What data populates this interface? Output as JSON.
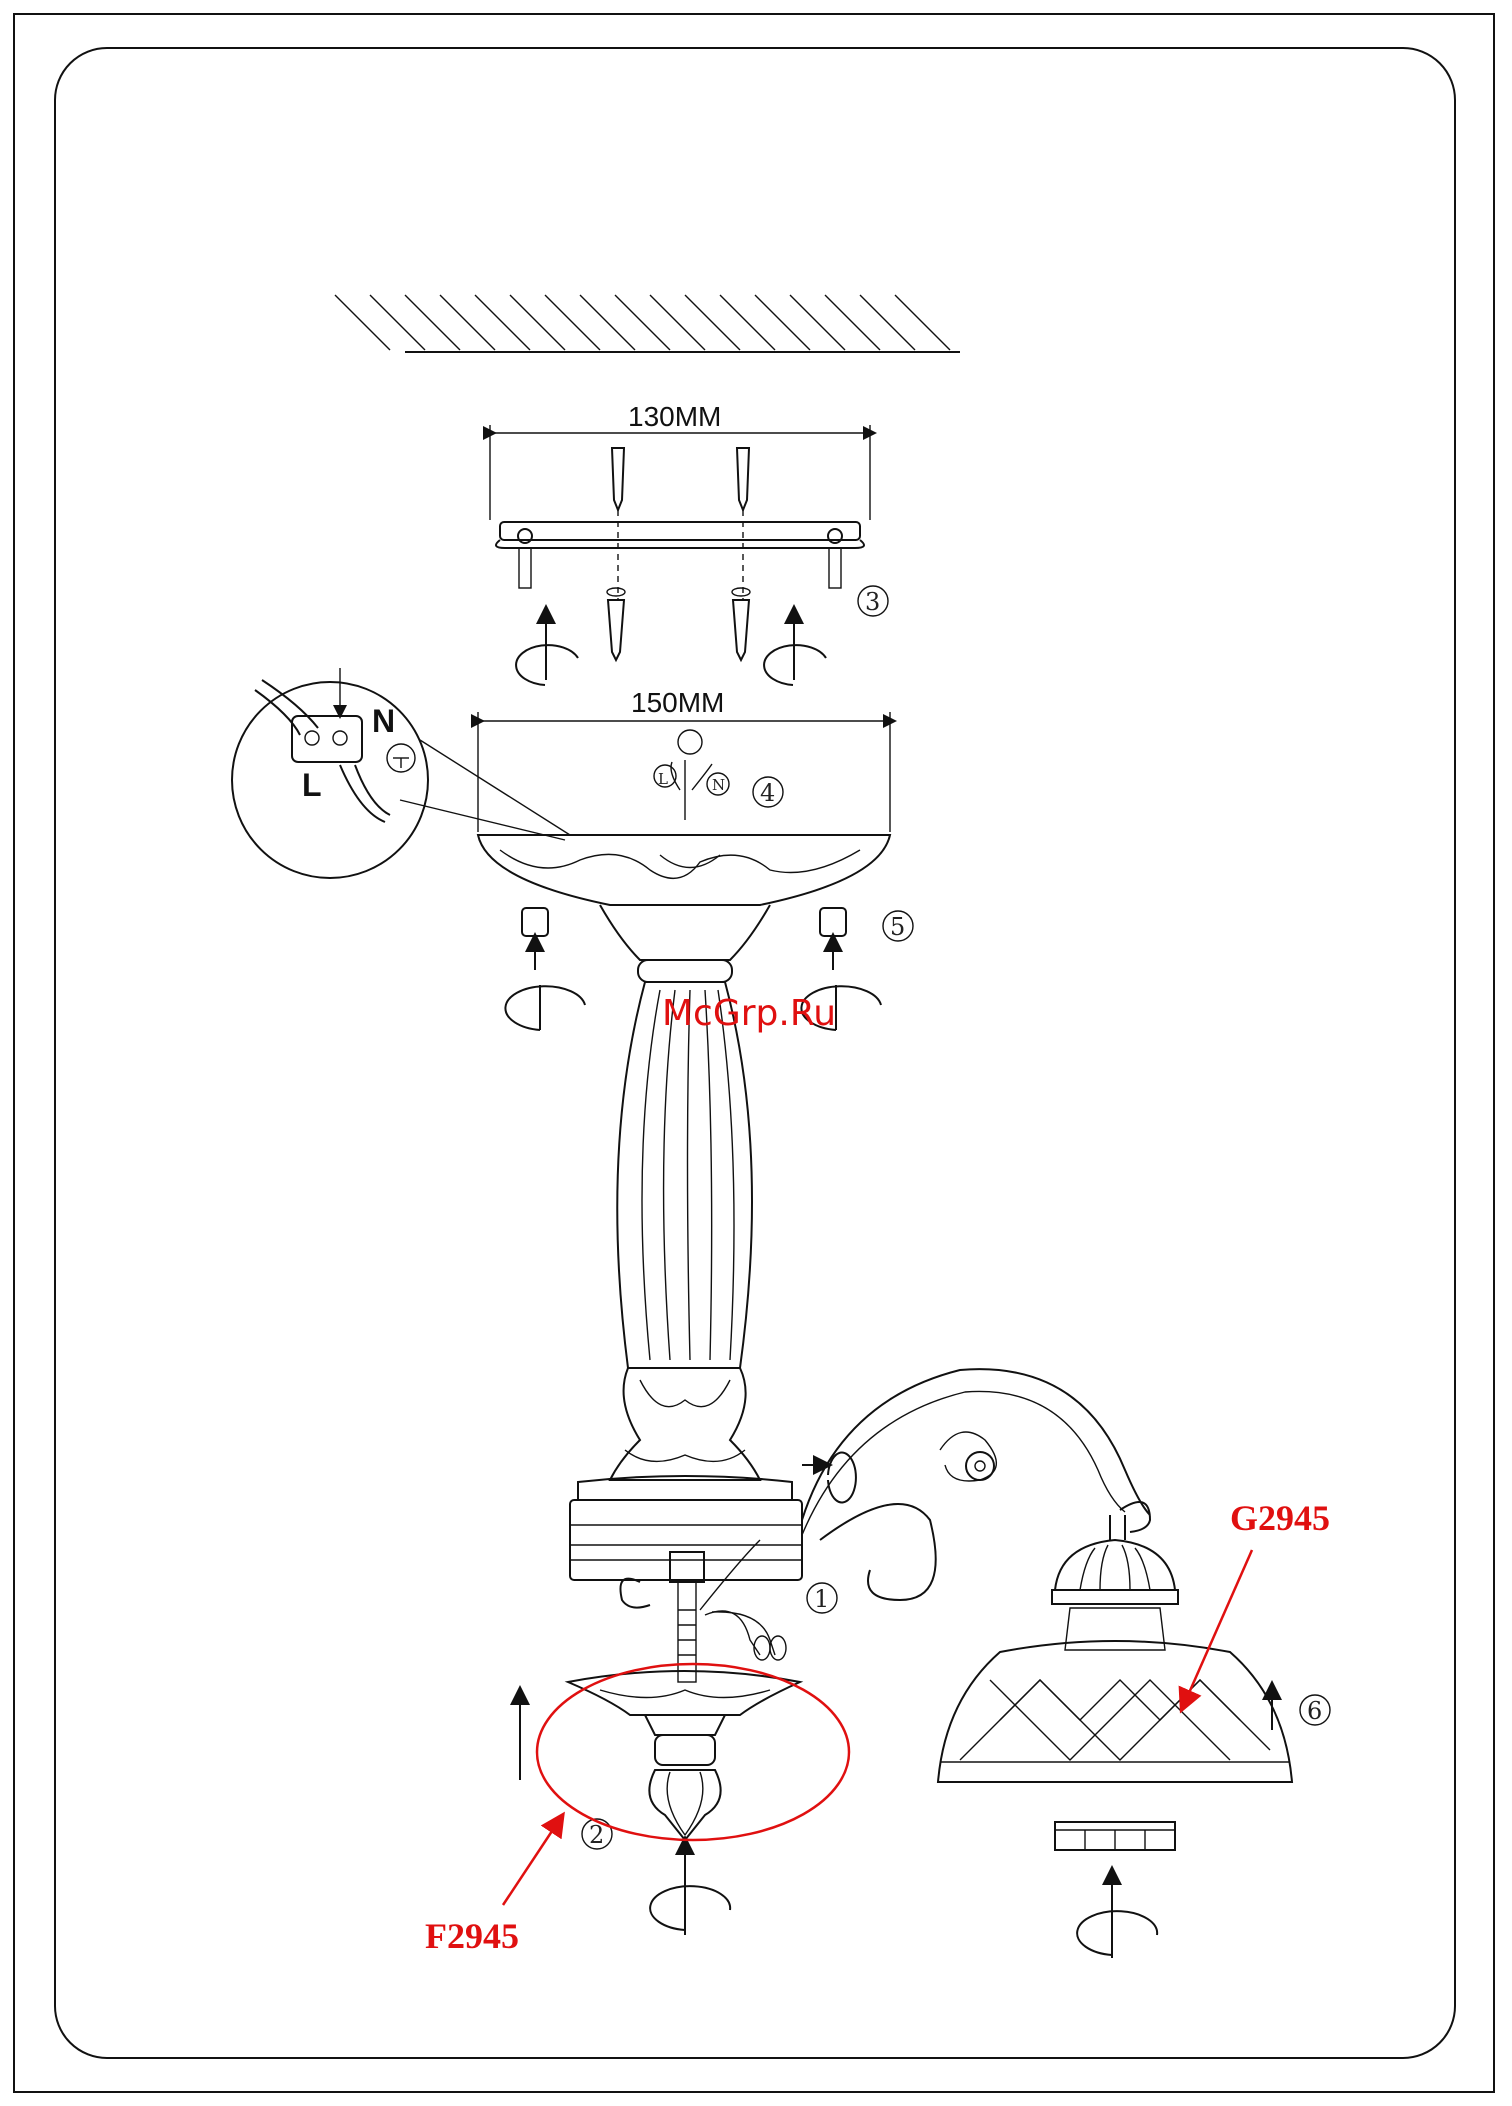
{
  "dimensions": {
    "ceiling_plate_width": "130MM",
    "canopy_width": "150MM"
  },
  "step_numbers": [
    "1",
    "2",
    "3",
    "4",
    "5",
    "6"
  ],
  "wiring_labels": {
    "neutral": "N",
    "live": "L"
  },
  "canopy_wire_labels": {
    "live": "L",
    "neutral": "N"
  },
  "part_codes": {
    "bottom_finial": "F2945",
    "glass_shade": "G2945"
  },
  "watermark": "McGrp.Ru",
  "colors": {
    "line": "#111111",
    "annotation": "#e01010"
  }
}
